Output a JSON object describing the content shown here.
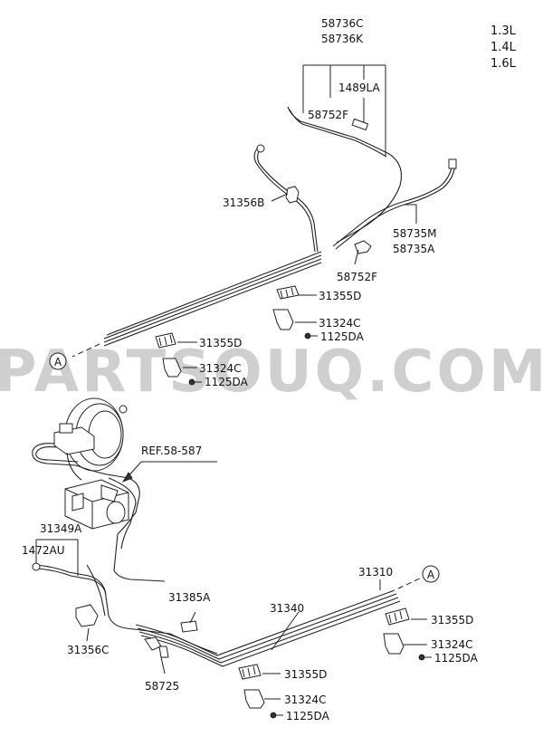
{
  "engine_variants": [
    "1.3L",
    "1.4L",
    "1.6L"
  ],
  "watermark": "PARTSOUQ.COM",
  "ref_label": "REF.58-587",
  "connector_letter": "A",
  "labels": {
    "l58736c": "58736C",
    "l58736k": "58736K",
    "l1489la": "1489LA",
    "l58752f_top": "58752F",
    "l31356b": "31356B",
    "l58735m": "58735M",
    "l58735a": "58735A",
    "l58752f_mid": "58752F",
    "l31355d_a": "31355D",
    "l31324c_a": "31324C",
    "l1125da_a": "1125DA",
    "l31355d_b": "31355D",
    "l31324c_b": "31324C",
    "l1125da_b": "1125DA",
    "l31349a": "31349A",
    "l1472au": "1472AU",
    "l31356c": "31356C",
    "l31385a": "31385A",
    "l31340": "31340",
    "l31310": "31310",
    "l58725": "58725",
    "l31355d_c": "31355D",
    "l31324c_c": "31324C",
    "l1125da_c": "1125DA",
    "l31355d_d": "31355D",
    "l31324c_d": "31324C",
    "l1125da_d": "1125DA"
  }
}
